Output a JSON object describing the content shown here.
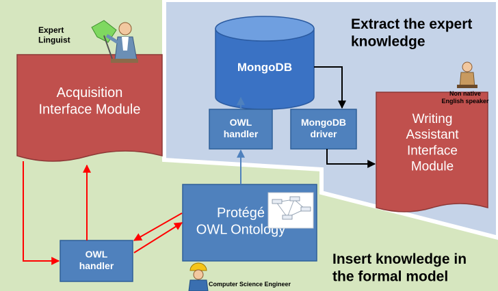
{
  "regions": {
    "green_fill": "#d6e6bf",
    "blue_fill": "#c5d3e8",
    "blue_border": "#ffffff"
  },
  "labels": {
    "expert_linguist": "Expert\nLinguist",
    "non_native_speaker": "Non native\nEnglish speaker",
    "computer_science_engineer": "Computer Science Engineer",
    "extract_heading": "Extract the expert\nknowledge",
    "insert_heading": "Insert knowledge in\nthe formal model"
  },
  "nodes": {
    "mongodb": "MongoDB",
    "owl_handler_top": "OWL\nhandler",
    "mongodb_driver": "MongoDB\ndriver",
    "protege": "Protégé\nOWL Ontology",
    "owl_handler_bottom": "OWL\nhandler",
    "acquisition_module": "Acquisition\nInterface Module",
    "writing_assistant_module": "Writing\nAssistant\nInterface\nModule"
  },
  "colors": {
    "doc_red": "#c0504d",
    "doc_red_dark": "#8c3836",
    "box_blue": "#4f81bd",
    "box_blue_dark": "#2f5f98",
    "arrow_red": "#ff0000",
    "arrow_blue": "#4f81bd",
    "arrow_black": "#000000",
    "text_white": "#ffffff",
    "text_dark": "#000000"
  }
}
